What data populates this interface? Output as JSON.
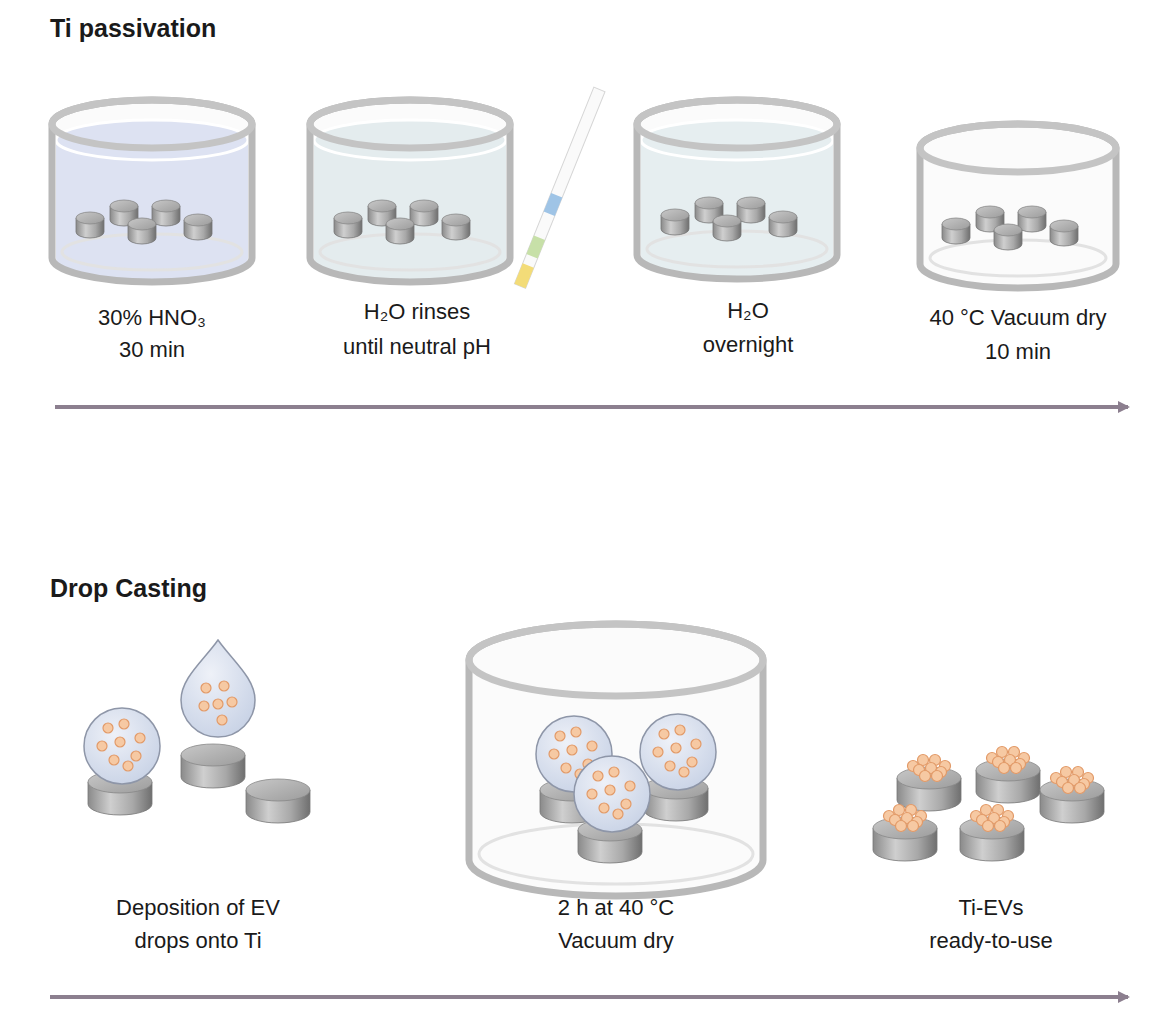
{
  "diagram": {
    "labels": [
      "Ti passivation",
      "30% HNO₃",
      "30 min",
      "H₂O rinses",
      "until neutral pH",
      "H₂O",
      "overnight",
      "40 °C Vacuum dry",
      "10 min",
      "Drop Casting",
      "Deposition of EV",
      "drops onto Ti",
      "2 h at 40 °C",
      "Vacuum dry",
      "Ti-EVs",
      "ready-to-use"
    ]
  }
}
